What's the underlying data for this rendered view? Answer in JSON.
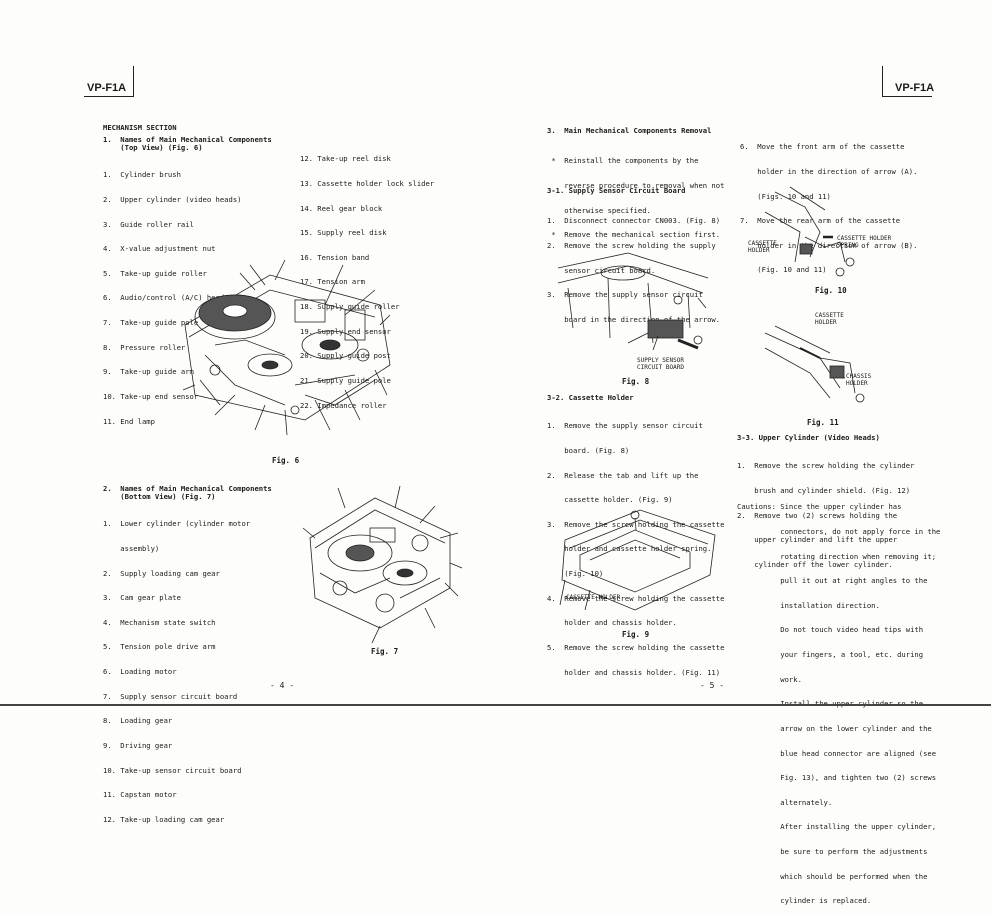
{
  "header": {
    "left_model": "VP-F1A",
    "right_model": "VP-F1A"
  },
  "left": {
    "section_title": "MECHANISM SECTION",
    "top_heading_1": "1.  Names of Main Mechanical Components",
    "top_heading_2": "    (Top View) (Fig. 6)",
    "top_list_a": [
      "1.  Cylinder brush",
      "2.  Upper cylinder (video heads)",
      "3.  Guide roller rail",
      "4.  X-value adjustment nut",
      "5.  Take-up guide roller",
      "6.  Audio/control (A/C) head",
      "7.  Take-up guide pole",
      "8.  Pressure roller",
      "9.  Take-up guide arm",
      "10. Take-up end sensor",
      "11. End lamp"
    ],
    "top_list_b": [
      "12. Take-up reel disk",
      "13. Cassette holder lock slider",
      "14. Reel gear block",
      "15. Supply reel disk",
      "16. Tension band",
      "17. Tension arm",
      "18. Supply guide roller",
      "19. Supply end sensor",
      "20. Supply guide post",
      "21. Supply guide pole",
      "22. Impedance roller"
    ],
    "fig6_caption": "Fig. 6",
    "bottom_heading_1": "2.  Names of Main Mechanical Components",
    "bottom_heading_2": "    (Bottom View) (Fig. 7)",
    "bottom_list": [
      "1.  Lower cylinder (cylinder motor",
      "    assembly)",
      "2.  Supply loading cam gear",
      "3.  Cam gear plate",
      "4.  Mechanism state switch",
      "5.  Tension pole drive arm",
      "6.  Loading motor",
      "7.  Supply sensor circuit board",
      "8.  Loading gear",
      "9.  Driving gear",
      "10. Take-up sensor circuit board",
      "11. Capstan motor",
      "12. Take-up loading cam gear"
    ],
    "fig7_caption": "Fig. 7",
    "page_number": "- 4 -"
  },
  "right": {
    "s3_title": "3.  Main Mechanical Components Removal",
    "s3_notes": [
      " *  Reinstall the components by the",
      "    reverse procedure to removal when not",
      "    otherwise specified.",
      " *  Remove the mechanical section first."
    ],
    "s31_title": "3-1. Supply Sensor Circuit Board",
    "s31_steps": [
      "1.  Disconnect connector CN003. (Fig. 8)",
      "2.  Remove the screw holding the supply",
      "    sensor circuit board.",
      "3.  Remove the supply sensor circuit",
      "    board in the direction of the arrow."
    ],
    "fig8_label_1": "SUPPLY SENSOR",
    "fig8_label_2": "CIRCUIT BOARD",
    "fig8_caption": "Fig. 8",
    "s32_title": "3-2. Cassette Holder",
    "s32_steps": [
      "1.  Remove the supply sensor circuit",
      "    board. (Fig. 8)",
      "2.  Release the tab and lift up the",
      "    cassette holder. (Fig. 9)",
      "3.  Remove the screw holding the cassette",
      "    holder and cassette holder spring.",
      "    (Fig. 10)",
      "4.  Remove the screw holding the cassette",
      "    holder and chassis holder.",
      "5.  Remove the screw holding the cassette",
      "    holder and chassis holder. (Fig. 11)"
    ],
    "fig9_label": "CASSETTE HOLDER",
    "fig9_caption": "Fig. 9",
    "col2_steps": [
      "6.  Move the front arm of the cassette",
      "    holder in the direction of arrow (A).",
      "    (Figs. 10 and 11)",
      "7.  Move the rear arm of the cassette",
      "    holder in the direction of arrow (B).",
      "    (Fig. 10 and 11)"
    ],
    "fig10_label_a": "CASSETTE",
    "fig10_label_b": "HOLDER",
    "fig10_label_c": "CASSETTE HOLDER",
    "fig10_label_d": "SPRING",
    "fig10_caption": "Fig. 10",
    "fig11_label_a": "CASSETTE",
    "fig11_label_b": "HOLDER",
    "fig11_label_c": "CHASSIS",
    "fig11_label_d": "HOLDER",
    "fig11_caption": "Fig. 11",
    "s33_title": "3-3. Upper Cylinder (Video Heads)",
    "s33_steps": [
      "1.  Remove the screw holding the cylinder",
      "    brush and cylinder shield. (Fig. 12)",
      "2.  Remove two (2) screws holding the",
      "    upper cylinder and lift the upper",
      "    cylinder off the lower cylinder."
    ],
    "cautions": [
      "Cautions: Since the upper cylinder has",
      "          connectors, do not apply force in the",
      "          rotating direction when removing it;",
      "          pull it out at right angles to the",
      "          installation direction.",
      "          Do not touch video head tips with",
      "          your fingers, a tool, etc. during",
      "          work.",
      "          Install the upper cylinder so the",
      "          arrow on the lower cylinder and the",
      "          blue head connector are aligned (see",
      "          Fig. 13), and tighten two (2) screws",
      "          alternately.",
      "          After installing the upper cylinder,",
      "          be sure to perform the adjustments",
      "          which should be performed when the",
      "          cylinder is replaced."
    ],
    "page_number": "- 5 -"
  }
}
